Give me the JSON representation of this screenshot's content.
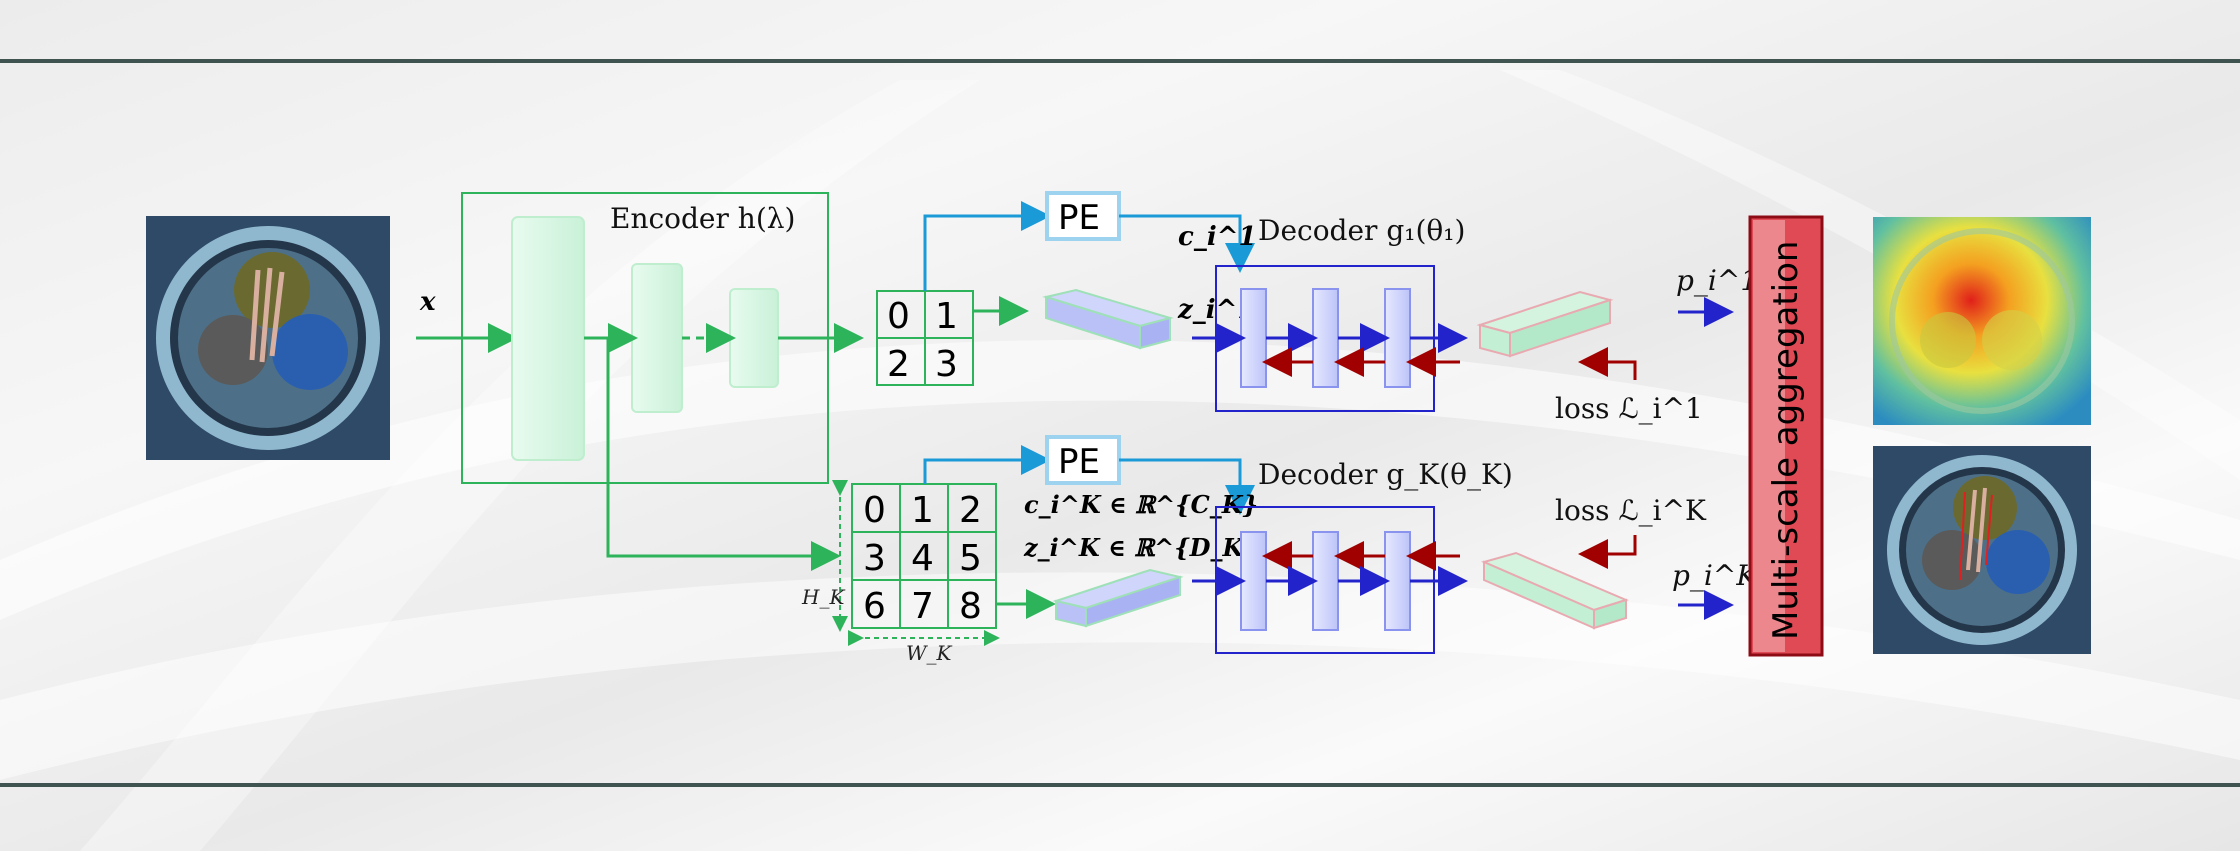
{
  "encoder_label": "Encoder h(λ)",
  "input_var": "x",
  "pe_label": "PE",
  "grid_small": [
    "0",
    "1",
    "2",
    "3"
  ],
  "grid_large": [
    "0",
    "1",
    "2",
    "3",
    "4",
    "5",
    "6",
    "7",
    "8"
  ],
  "decoder_top": "Decoder g₁(θ₁)",
  "decoder_bottom": "Decoder g_K(θ_K)",
  "c1_label": "c_i^1",
  "z1_label": "z_i^1",
  "cK_label": "c_i^K ∈ ℝ^{C_K}",
  "zK_label": "z_i^K ∈ ℝ^{D_K}",
  "h_label": "H_K",
  "w_label": "W_K",
  "loss_top": "loss ℒ_i^1",
  "loss_bottom": "loss ℒ_i^K",
  "p_top": "p_i^1",
  "p_bottom": "p_i^K",
  "aggregation_label": "Multi-scale aggregation",
  "colors": {
    "encoder_green": "#2db35a",
    "pe_blue": "#1a9ad6",
    "decoder_blue": "#2323cc",
    "loss_red": "#a00000",
    "aggregation_red": "#c0262b",
    "rule": "#3f5450"
  }
}
